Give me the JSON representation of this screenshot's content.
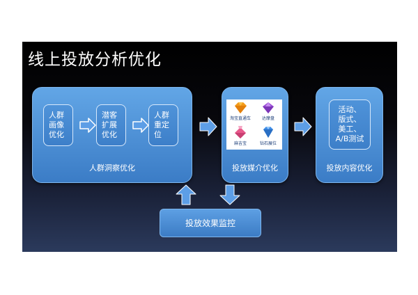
{
  "title": "线上投放分析优化",
  "panels": {
    "audience": {
      "label": "人群洞察优化",
      "boxes": [
        {
          "lines": [
            "人群",
            "画像",
            "优化"
          ]
        },
        {
          "lines": [
            "潜客",
            "扩展",
            "优化"
          ]
        },
        {
          "lines": [
            "人群",
            "重定",
            "位"
          ]
        }
      ]
    },
    "media": {
      "label": "投放媒介优化",
      "items": [
        {
          "name": "淘宝直通车",
          "icon": "orange-gem-icon",
          "color": "#f39a1a"
        },
        {
          "name": "达摩盘",
          "icon": "purple-gem-icon",
          "color": "#9b4fd6"
        },
        {
          "name": "麻吉宝",
          "icon": "pink-gem-icon",
          "color": "#e85a8c"
        },
        {
          "name": "钻石展位",
          "icon": "blue-diamond-icon",
          "color": "#3f8ee8"
        }
      ]
    },
    "content": {
      "label": "投放内容优化",
      "box_lines": [
        "活动、",
        "版式、",
        "美工、",
        "A/B测试"
      ]
    }
  },
  "monitor": {
    "label": "投放效果监控"
  },
  "colors": {
    "panel": "#4a8ed8",
    "panel_border": "#7fb7ee",
    "arrow": "#5d9ee6",
    "inner_border": "#d8e9fb",
    "text": "#ffffff"
  }
}
